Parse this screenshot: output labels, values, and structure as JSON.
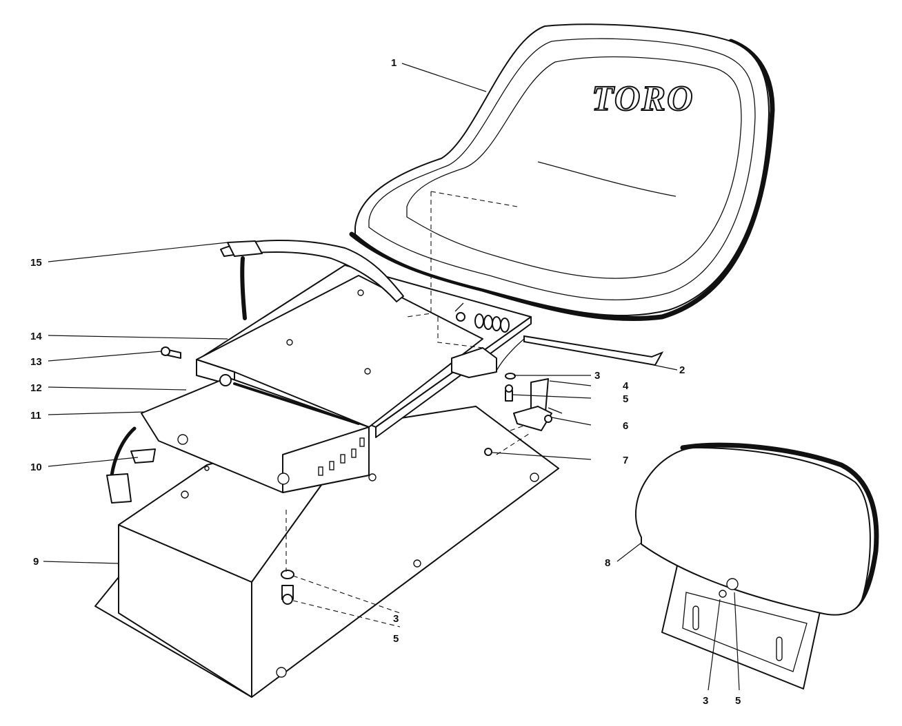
{
  "diagram": {
    "brand_logo": "TORO",
    "callouts": [
      {
        "id": "c1",
        "label": "1"
      },
      {
        "id": "c2",
        "label": "2"
      },
      {
        "id": "c3a",
        "label": "3"
      },
      {
        "id": "c4",
        "label": "4"
      },
      {
        "id": "c5a",
        "label": "5"
      },
      {
        "id": "c6",
        "label": "6"
      },
      {
        "id": "c7",
        "label": "7"
      },
      {
        "id": "c8",
        "label": "8"
      },
      {
        "id": "c9",
        "label": "9"
      },
      {
        "id": "c10",
        "label": "10"
      },
      {
        "id": "c11",
        "label": "11"
      },
      {
        "id": "c12",
        "label": "12"
      },
      {
        "id": "c13",
        "label": "13"
      },
      {
        "id": "c14",
        "label": "14"
      },
      {
        "id": "c15",
        "label": "15"
      },
      {
        "id": "c3b",
        "label": "3"
      },
      {
        "id": "c5b",
        "label": "5"
      },
      {
        "id": "c3c",
        "label": "3"
      },
      {
        "id": "c5c",
        "label": "5"
      }
    ]
  }
}
